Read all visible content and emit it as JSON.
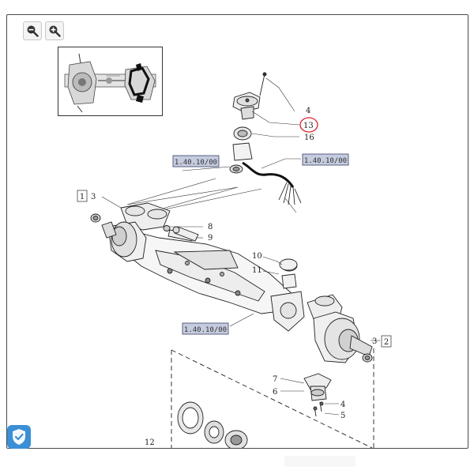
{
  "toolbar": {
    "zoom_out_icon": "magnifier-minus-icon",
    "zoom_in_icon": "magnifier-plus-icon"
  },
  "reference_labels": {
    "top_left": "1.40.10/00",
    "top_right": "1.40.10/00",
    "bottom": "1.40.10/00"
  },
  "boxed_numbers": {
    "left": "1",
    "right": "2"
  },
  "part_numbers": {
    "p4_top": "4",
    "p13_top": "13",
    "p16": "16",
    "p3_left": "3",
    "p8": "8",
    "p9": "9",
    "p10": "10",
    "p11": "11",
    "p3_right": "3",
    "p7": "7",
    "p6": "6",
    "p4_bottom": "4",
    "p5": "5",
    "p12_bottom": "12"
  },
  "highlight": {
    "part": "13",
    "color": "#d9262c"
  },
  "colors": {
    "ref_box_fill": "#c5ccdf",
    "ref_box_border": "#5a6180",
    "badge": "#3b8fd6"
  },
  "badge_icon": "shield-check-icon"
}
